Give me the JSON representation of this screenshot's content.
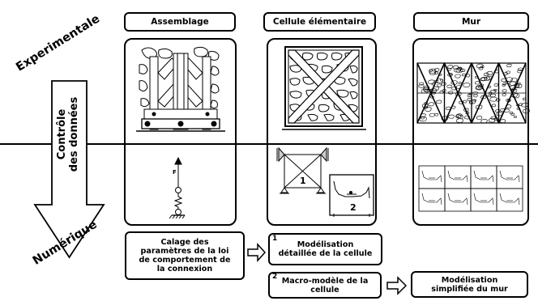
{
  "labels": {
    "experimental": "Experimentale",
    "numerical": "Numérique",
    "data_control_line1": "Contrôle",
    "data_control_line2": "des données"
  },
  "columns": {
    "assembly": {
      "header": "Assemblage"
    },
    "cell": {
      "header": "Cellule élémentaire"
    },
    "wall": {
      "header": "Mur"
    }
  },
  "spring_label": "F",
  "cell_model_labels": {
    "frame": "1",
    "curve": "2"
  },
  "boxes": {
    "calibration": {
      "line1": "Calage des",
      "line2": "paramètres de la loi",
      "line3": "de comportement de",
      "line4": "la connexion"
    },
    "detailed": {
      "number": "1",
      "line1": "Modélisation",
      "line2": "détaillée de la cellule"
    },
    "macro": {
      "number": "2",
      "line1": "Macro-modèle de la",
      "line2": "cellule"
    },
    "wall_model": {
      "line1": "Modélisation",
      "line2": "simplifiée du mur"
    }
  }
}
